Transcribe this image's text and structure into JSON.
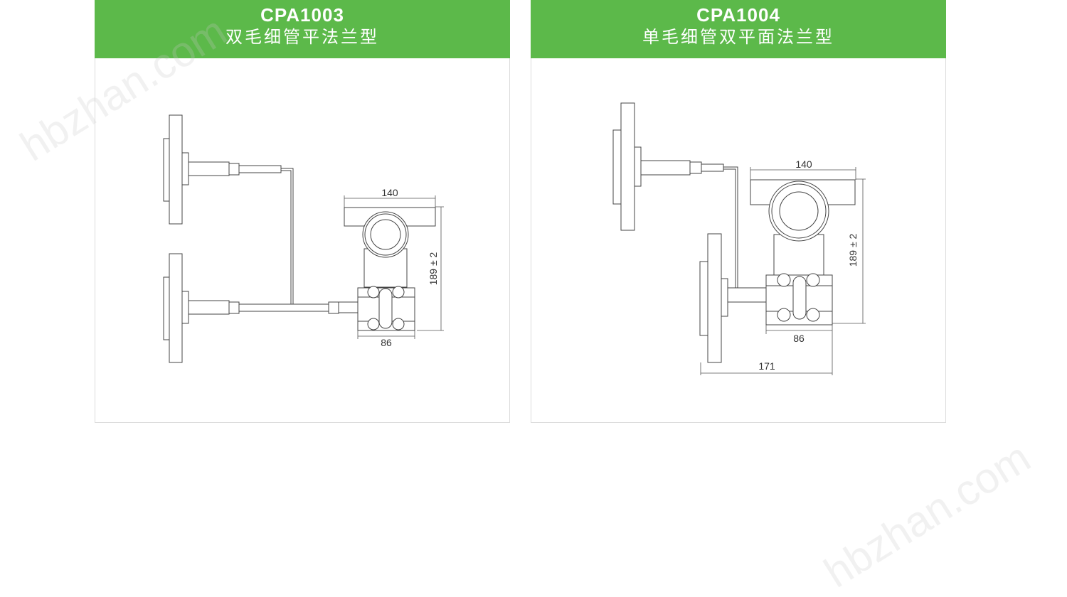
{
  "panels": [
    {
      "code": "CPA1003",
      "title": "双毛细管平法兰型",
      "dims": {
        "width": "140",
        "height": "189 ± 2",
        "flange": "86"
      }
    },
    {
      "code": "CPA1004",
      "title": "单毛细管双平面法兰型",
      "dims": {
        "width": "140",
        "height": "189 ± 2",
        "flange": "86",
        "overall": "171"
      }
    }
  ],
  "watermark": "hbzhan.com",
  "colors": {
    "header": "#5cb94a",
    "line": "#444444"
  }
}
